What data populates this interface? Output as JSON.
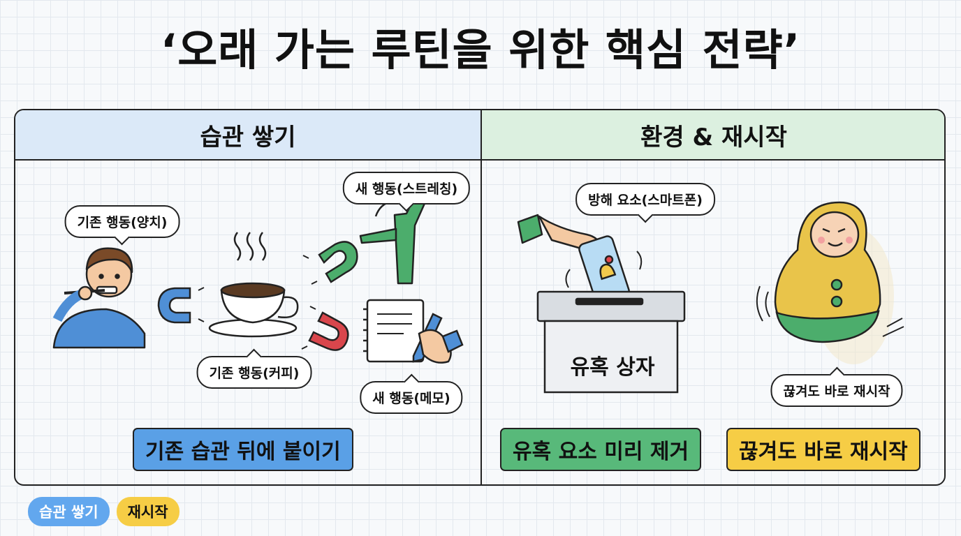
{
  "title": "‘오래 가는 루틴을 위한 핵심 전략’",
  "left": {
    "header": "습관 쌓기",
    "bubbles": {
      "brushing": "기존 행동(양치)",
      "coffee": "기존 행동(커피)",
      "stretching": "새 행동(스트레칭)",
      "memo": "새 행동(메모)"
    },
    "tag": "기존 습관 뒤에 붙이기"
  },
  "right": {
    "header": "환경 & 재시작",
    "bubbles": {
      "distraction": "방해 요소(스마트폰)",
      "restart": "끊겨도 바로 재시작"
    },
    "box_label": "유혹 상자",
    "tags": {
      "remove": "유혹 요소 미리 제거",
      "restart": "끊겨도 바로 재시작"
    }
  },
  "legend": [
    "습관 쌓기",
    "재시작"
  ],
  "colors": {
    "blue": "#5aa0e6",
    "green": "#58b97a",
    "yellow": "#f6cd45"
  }
}
